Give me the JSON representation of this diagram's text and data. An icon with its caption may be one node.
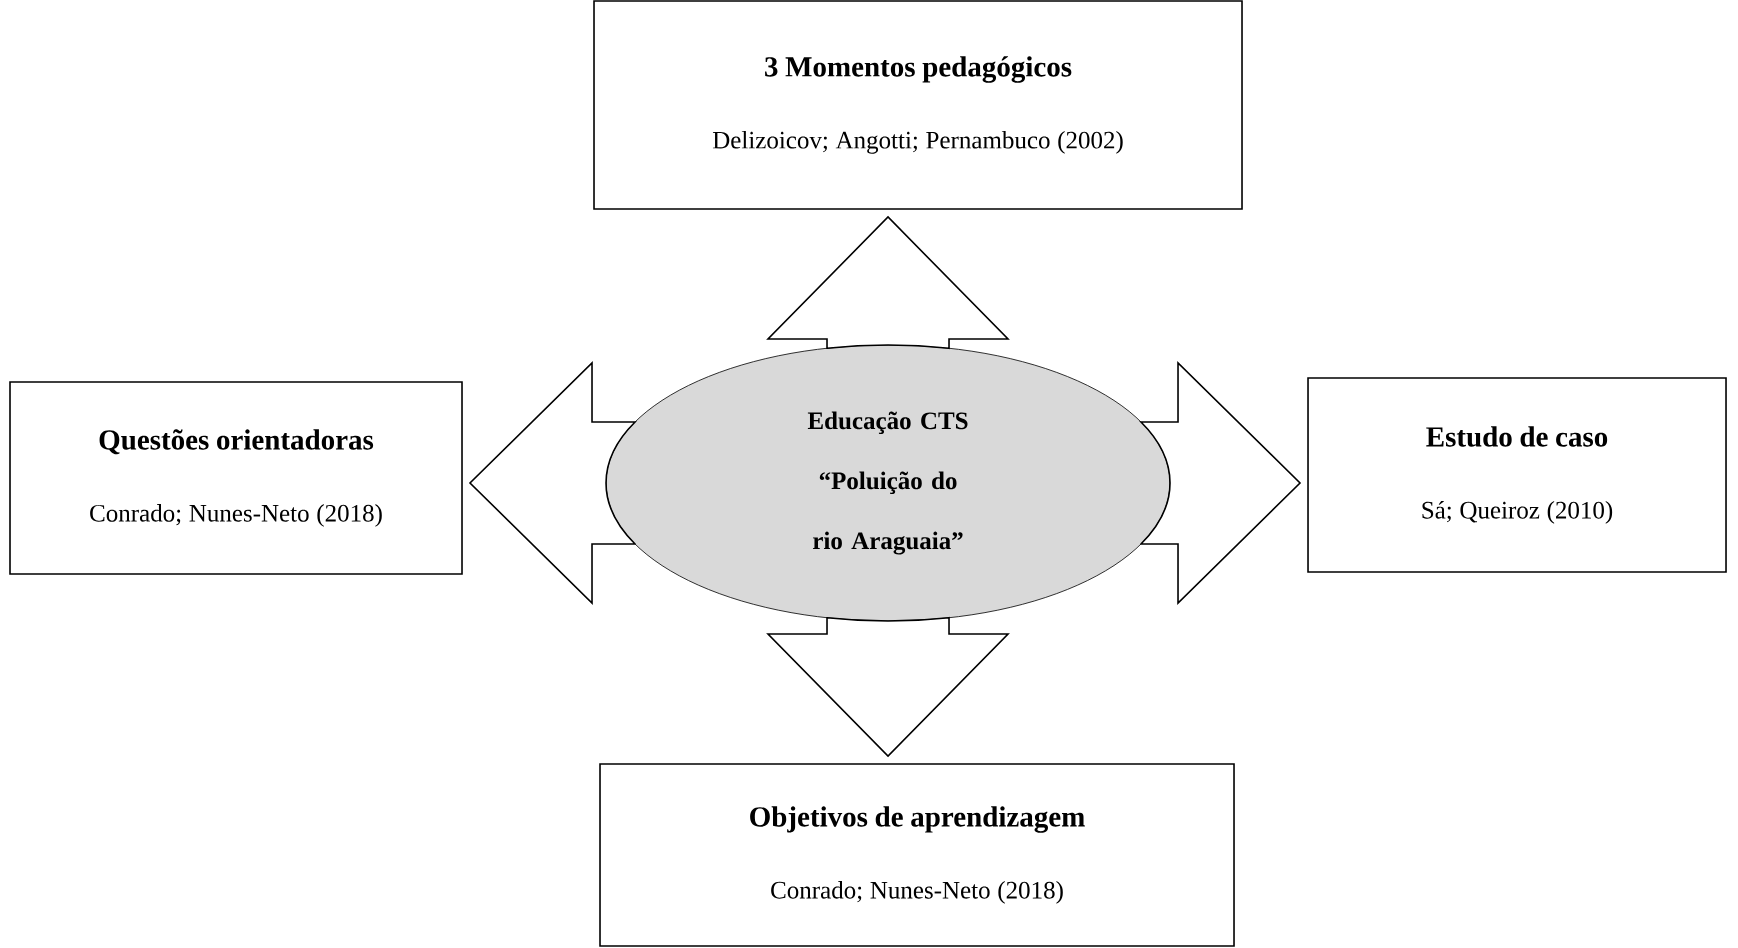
{
  "diagram": {
    "nodes": [
      {
        "text": [
          "3 Momentos pedagógicos",
          "Delizoicov; Angotti; Pernambuco (2002)"
        ]
      },
      {
        "text": [
          "Questões orientadoras",
          "Conrado; Nunes-Neto (2018)"
        ]
      },
      {
        "text": [
          "Educação CTS",
          "“Poluição do rio Araguaia”"
        ]
      },
      {
        "text": [
          "Estudo de caso",
          "Sá; Queiroz (2010)"
        ]
      },
      {
        "text": [
          "Objetivos de aprendizagem",
          "Conrado; Nunes-Neto (2018)"
        ]
      }
    ],
    "edges": [
      {
        "from": 2,
        "to": 0,
        "arrow": "to"
      },
      {
        "from": 2,
        "to": 1,
        "arrow": "to"
      },
      {
        "from": 2,
        "to": 3,
        "arrow": "to"
      },
      {
        "from": 2,
        "to": 4,
        "arrow": "to"
      }
    ]
  }
}
